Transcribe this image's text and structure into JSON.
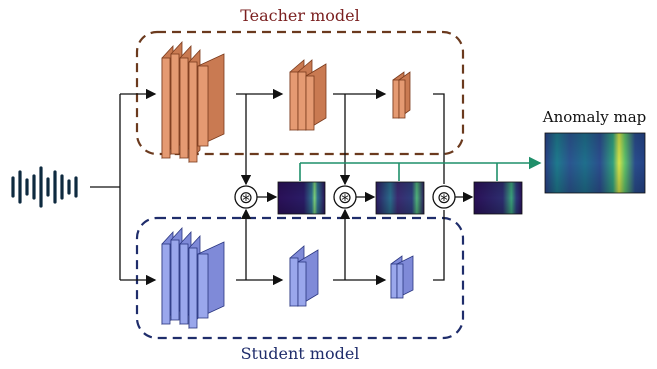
{
  "labels": {
    "teacher": "Teacher model",
    "student": "Student model",
    "anomaly": "Anomaly map",
    "product_symbol": "⊛"
  },
  "colors": {
    "teacher_box": "#6b3a1e",
    "teacher_layer": "#e59a72",
    "student_box": "#1f2d6b",
    "student_layer": "#9aa7ec",
    "fusion_line": "#1f8f6a",
    "waveform": "#0e2a3f",
    "map_dark": "#2a1058",
    "map_mid": "#1f6e8c",
    "map_bright": "#c7e34a"
  },
  "icons": {
    "input": "audio-waveform-icon",
    "operator": "elementwise-product-icon"
  }
}
